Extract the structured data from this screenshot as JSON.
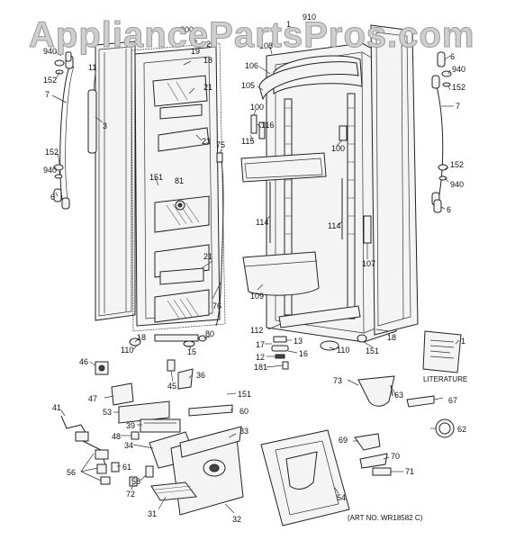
{
  "watermark": "AppliancePartsPros.com",
  "caption": "(ART NO. WR18582 C)",
  "literature_label": "LITERATURE",
  "callouts": {
    "c940a": "940",
    "c152a": "152",
    "c7a": "7",
    "c11": "11",
    "c3": "3",
    "c152b": "152",
    "c940b": "940",
    "c6a": "6",
    "c200": "200",
    "c5": "5",
    "c29": "29",
    "c19": "19",
    "c18a": "18",
    "c21a": "21",
    "c23": "23",
    "c151a": "151",
    "c81": "81",
    "c75": "75",
    "c76": "76",
    "c21b": "21",
    "c18b": "18",
    "c110a": "110",
    "c15": "15",
    "c80": "80",
    "c910": "910",
    "c1a": "1",
    "c108": "108",
    "c106": "106",
    "c105": "105",
    "c100a": "100",
    "c116": "116",
    "c115": "115",
    "c100b": "100",
    "c114a": "114",
    "c114b": "114",
    "c107": "107",
    "c109": "109",
    "c112": "112",
    "c18c": "18",
    "c17": "17",
    "c13": "13",
    "c12": "12",
    "c16": "16",
    "c181": "181",
    "c110b": "110",
    "c151b": "151",
    "c6b": "6",
    "c940c": "940",
    "c152c": "152",
    "c7b": "7",
    "c152d": "152",
    "c940d": "940",
    "c6c": "6",
    "c1b": "1",
    "c46": "46",
    "c45": "45",
    "c36": "36",
    "c47": "47",
    "c151c": "151",
    "c41": "41",
    "c53": "53",
    "c60": "60",
    "c39": "39",
    "c48": "48",
    "c34": "34",
    "c33": "33",
    "c56": "56",
    "c61": "61",
    "c58": "58",
    "c72": "72",
    "c31": "31",
    "c32": "32",
    "c73": "73",
    "c63": "63",
    "c67": "67",
    "c62": "62",
    "c69": "69",
    "c70": "70",
    "c71": "71",
    "c54": "54"
  }
}
